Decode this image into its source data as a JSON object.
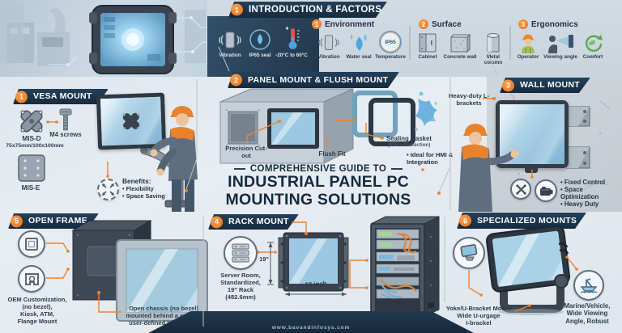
{
  "colors": {
    "accent_orange": "#ea7217",
    "banner_navy": "#1b3144",
    "screen_blue": "#8fc3de",
    "led_green": "#9fd98f",
    "cable_orange": "#e08336",
    "cable_blue": "#7fb0d0"
  },
  "intro": {
    "banner": {
      "number": "1",
      "label": "INTRODUCTION & FACTORS"
    },
    "dark_items": [
      {
        "icon": "vibration-icon",
        "label": "Vibration"
      },
      {
        "icon": "ip65-seal-icon",
        "label": "IP65 seal"
      },
      {
        "icon": "temperature-range-icon",
        "label": "-20°C to 60°C"
      }
    ],
    "groups": [
      {
        "number": "1",
        "title": "Environment",
        "items": [
          {
            "label": "Vibration"
          },
          {
            "label": "Water seal"
          },
          {
            "label": "Temperature",
            "badge": "IP65"
          }
        ]
      },
      {
        "number": "2",
        "title": "Surface",
        "items": [
          {
            "label": "Cabinet"
          },
          {
            "label": "Concrete wall"
          },
          {
            "label": "Metal column"
          }
        ]
      },
      {
        "number": "3",
        "title": "Ergonomics",
        "items": [
          {
            "label": "Operator"
          },
          {
            "label": "Viewing angle"
          },
          {
            "label": "Comfort"
          }
        ]
      }
    ]
  },
  "title": {
    "line1": "COMPREHENSIVE GUIDE TO",
    "line2": "INDUSTRIAL PANEL PC",
    "line3": "MOUNTING SOLUTIONS"
  },
  "vesa": {
    "number": "1",
    "title": "VESA MOUNT",
    "misd_label": "MIS-D",
    "misd_size": "75x75mm/100x100mm",
    "screws_label": "M4 screws",
    "mise_label": "MIS-E",
    "benefits_title": "Benefits:",
    "benefits": [
      "Flexibility",
      "Space Saving"
    ]
  },
  "panel": {
    "number": "2",
    "title": "PANEL MOUNT & FLUSH MOUNT",
    "cutout_label": "Precision Cut-out",
    "flush_label": "Flush Fit",
    "gasket_label": "Sealing Gasket",
    "gasket_sub": "(IP65+ Protection)",
    "hmi_label": "Ideal for HMI & Integration"
  },
  "wall": {
    "number": "3",
    "title": "WALL MOUNT",
    "brackets_label": "Heavy-duty L-brackets",
    "bullets": [
      "Fixed Control",
      "Space Optimization",
      "Heavy Duty"
    ]
  },
  "open_frame": {
    "number": "5",
    "title": "OPEN FRAME",
    "left_lines": [
      "OEM Customization,",
      "(no bezel),",
      "Kiosk, ATM,",
      "Flange Mount"
    ],
    "caption_lines": [
      "Open chassis (no bezel)",
      "mounted behind a custom",
      "user-defined kiosk front"
    ]
  },
  "rack": {
    "number": "4",
    "title": "RACK MOUNT",
    "left_lines": [
      "Server Room,",
      "Standardized,",
      "19\" Rack",
      "(482.6mm)"
    ],
    "dim_vertical": "19\"",
    "dim_horizontal": "19 inch"
  },
  "specialized": {
    "number": "6",
    "title": "SPECIALIZED MOUNTS",
    "left_lines": [
      "Yoke/U-Bracket Mount",
      "Wide U-urgage",
      "I-brackel"
    ],
    "right_lines": [
      "Marine/Vehicle,",
      "Wide Viewing",
      "Angle, Robust"
    ]
  },
  "footer": {
    "url": "www.bavandinfosys.com"
  }
}
